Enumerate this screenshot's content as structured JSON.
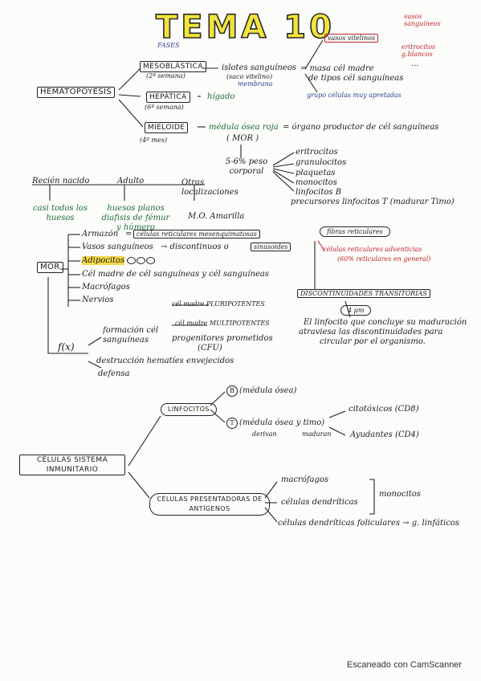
{
  "title": "TEMA 10",
  "fases_label": "FASES",
  "hematopoyesis": "HEMATOPOYESIS",
  "phases": {
    "meso": {
      "name": "MESOBLÁSTICA",
      "time": "(2ª semana)",
      "desc": "islotes sanguíneos",
      "desc2": "(saco vitelino)",
      "desc3": "membrana",
      "eq": "= masa cél madre",
      "eq2": "de tipos cél sanguíneas",
      "vasos": "vasos vitelinos",
      "grupo": "grupo células muy apretadas"
    },
    "hepa": {
      "name": "HEPÁTICA",
      "time": "(6ª semana)",
      "desc": "hígado"
    },
    "mielo": {
      "name": "MIELOIDE",
      "time": "(4º mes)",
      "desc": "médula ósea roja",
      "eq": "= órgano productor de cél sanguíneas",
      "mor": "( MOR )"
    }
  },
  "vasos_right": {
    "top": "vasos sanguíneos",
    "middle": "eritrocitos g.blancos",
    "dots": "..."
  },
  "peso": "5-6% peso corporal",
  "products": [
    "eritrocitos",
    "granulocitos",
    "plaquetas",
    "monocitos",
    "linfocitos B",
    "precursores linfocitos T (madurar Timo)"
  ],
  "locations": {
    "recien": "Recién nacido",
    "recien_d": "casi todos los huesos",
    "adulto": "Adulto",
    "adulto_d": "huesos planos diafisis de fémur y húmero",
    "otras": "Otras localizaciones",
    "otras_d": "M.O. Amarilla"
  },
  "mor": {
    "label": "MOR",
    "items": [
      "Armazón",
      "Vasos sanguíneos",
      "Adipocitos",
      "Cél madre de cél sanguíneas y cél sanguíneas",
      "Macrófagos",
      "Nervios"
    ],
    "armazon_box": "células reticulares mesenquimatosas",
    "vasos_arrow": "→ discontinuos o",
    "sinusoides": "sinusoides",
    "fibras": "fibras reticulares",
    "adventicias": "células reticulares adventicias",
    "adventicias2": "(60% reticulares en general)",
    "discontinuidades": "DISCONTINUIDADES TRANSITORIAS",
    "micras": "4 μm",
    "linfocito": "El linfocito que concluye su maduración",
    "linfocito2": "atraviesa las discontinuidades para",
    "linfocito3": "circular por el organismo."
  },
  "fx": {
    "label": "f(x)",
    "formacion": "formación cél sanguíneas",
    "pluri": "cél madre PLURIPOTENTES",
    "multi": "cél madre MULTIPOTENTES",
    "progen": "progenitores prometidos",
    "cfu": "(CFU)",
    "destruccion": "destrucción hematíes envejecidos",
    "defensa": "defensa"
  },
  "inmune": {
    "label": "CÉLULAS SISTEMA INMUNITARIO",
    "linfocitos": "LINFOCITOS",
    "b": "B",
    "b_desc": "(médula ósea)",
    "t": "T",
    "t_desc": "(médula ósea y timo)",
    "derivan": "derivan",
    "maduran": "maduran",
    "citotoxicos": "citotóxicos (CD8)",
    "ayudantes": "Ayudantes (CD4)",
    "presentadoras": "CÉLULAS PRESENTADORAS DE ANTÍGENOS",
    "macrofagos": "macrófagos",
    "dendriticas": "células dendríticas",
    "monocitos": "monocitos",
    "foliculares": "células dendríticas foliculares → g. linfáticos"
  },
  "footer": "Escaneado con CamScanner"
}
